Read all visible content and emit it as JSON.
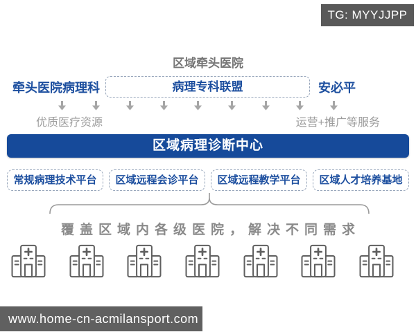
{
  "badge": {
    "text": "TG: MYYJJPP"
  },
  "diagram": {
    "top_title": "区域牵头医院",
    "left_label": "牵头医院病理科",
    "alliance_box": "病理专科联盟",
    "right_label": "安必平",
    "arrow_count": 9,
    "left_flow_label": "优质医疗资源",
    "right_flow_label": "运营+推广等服务",
    "center_banner": "区域病理诊断中心",
    "platforms": [
      "常规病理技术平台",
      "区域远程会诊平台",
      "区域远程教学平台",
      "区域人才培养基地"
    ],
    "coverage_text": "覆盖区域内各级医院，解决不同需求",
    "hospital_count": 7
  },
  "watermark": {
    "url": "www.home-cn-acmilansport.com"
  },
  "icons": {
    "arrow": "down-arrow-icon",
    "hospital": "hospital-icon"
  },
  "colors": {
    "blue_text": "#1d4f9f",
    "banner_bg": "#164a9a",
    "gray_text": "#9c9c9c",
    "title_gray": "#767676",
    "coverage_gray": "#8a8a8a",
    "badge_bg": "#595959",
    "watermark_bg": "#606060",
    "arrow": "#a6a6a6",
    "dashed_border": "#96a5ba",
    "hospital_stroke": "#5f5f5f"
  }
}
